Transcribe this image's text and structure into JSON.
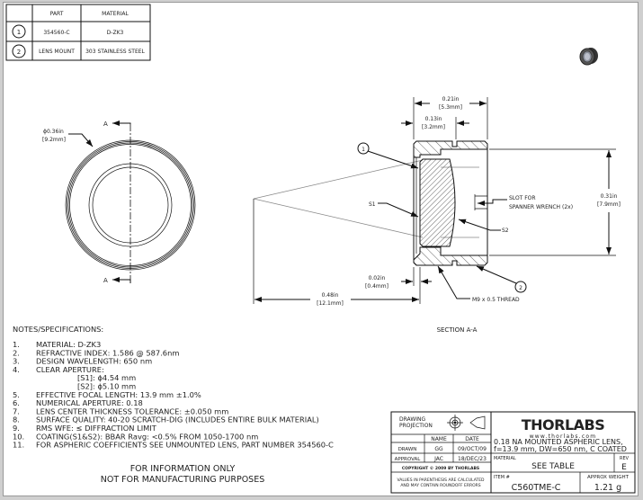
{
  "bom_table": {
    "headers": [
      "PART",
      "MATERIAL"
    ],
    "rows": [
      {
        "item": "1",
        "part": "354560-C",
        "material": "D-ZK3"
      },
      {
        "item": "2",
        "part": "LENS MOUNT",
        "material": "303 STAINLESS STEEL"
      }
    ]
  },
  "front_view": {
    "section_label": "A",
    "diameter_in": "ϕ0.36in",
    "diameter_mm": "[9.2mm]"
  },
  "section_view": {
    "title": "SECTION A-A",
    "balloon_1": "1",
    "balloon_2": "2",
    "s1": "S1",
    "s2": "S2",
    "slot_note_1": "SLOT FOR",
    "slot_note_2": "SPANNER WRENCH (2x)",
    "thread_note": "M9 x 0.5 THREAD",
    "dim_length_in": "0.21in",
    "dim_length_mm": "[5.3mm]",
    "dim_step_in": "0.13in",
    "dim_step_mm": "[3.2mm]",
    "dim_height_in": "0.31in",
    "dim_height_mm": "[7.9mm]",
    "dim_recess_in": "0.02in",
    "dim_recess_mm": "[0.4mm]",
    "dim_focal_in": "0.48in",
    "dim_focal_mm": "[12.1mm]"
  },
  "notes": {
    "title": "NOTES/SPECIFICATIONS:",
    "items": [
      {
        "n": "1.",
        "text": "MATERIAL: D-ZK3"
      },
      {
        "n": "2.",
        "text": "REFRACTIVE INDEX: 1.586 @ 587.6nm"
      },
      {
        "n": "3.",
        "text": "DESIGN WAVELENGTH: 650 nm"
      },
      {
        "n": "4.",
        "text": "CLEAR APERTURE:"
      },
      {
        "n": "",
        "text": "[S1]: ϕ4.54 mm"
      },
      {
        "n": "",
        "text": "[S2]: ϕ5.10 mm"
      },
      {
        "n": "5.",
        "text": "EFFECTIVE FOCAL LENGTH: 13.9 mm ±1.0%"
      },
      {
        "n": "6.",
        "text": "NUMERICAL APERTURE: 0.18"
      },
      {
        "n": "7.",
        "text": "LENS CENTER THICKNESS TOLERANCE:  ±0.050 mm"
      },
      {
        "n": "8.",
        "text": "SURFACE QUALITY: 40-20 SCRATCH-DIG (INCLUDES ENTIRE BULK MATERIAL)"
      },
      {
        "n": "9.",
        "text": "RMS WFE: ≤ DIFFRACTION LIMIT"
      },
      {
        "n": "10.",
        "text": "COATING(S1&S2): BBAR Ravg: <0.5% FROM 1050-1700 nm"
      },
      {
        "n": "11.",
        "text": "FOR ASPHERIC COEFFICIENTS SEE UNMOUNTED LENS, PART NUMBER 354560-C"
      }
    ],
    "disclaimer_1": "FOR INFORMATION ONLY",
    "disclaimer_2": "NOT FOR MANUFACTURING PURPOSES"
  },
  "title_block": {
    "projection_label_1": "DRAWING",
    "projection_label_2": "PROJECTION",
    "logo": "THORLABS",
    "website": "www.thorlabs.com",
    "name_header": "NAME",
    "date_header": "DATE",
    "drawn_label": "DRAWN",
    "drawn_name": "GG",
    "drawn_date": "09/OCT/09",
    "approval_label": "APPROVAL",
    "approval_name": "JAC",
    "approval_date": "18/DEC/23",
    "copyright": "COPYRIGHT © 2009 BY THORLABS",
    "values_note_1": "VALUES IN PARENTHESIS ARE CALCULATED",
    "values_note_2": "AND MAY CONTAIN ROUNDOFF ERRORS",
    "description_1": "0.18 NA MOUNTED ASPHERIC LENS,",
    "description_2": "f=13.9 mm, DW=650 nm, C COATED",
    "material_label": "MATERIAL",
    "material_value": "SEE TABLE",
    "rev_label": "REV",
    "rev_value": "E",
    "item_label": "ITEM #",
    "item_value": "C560TME-C",
    "weight_label": "APPROX WEIGHT",
    "weight_value": "1.21 g"
  }
}
